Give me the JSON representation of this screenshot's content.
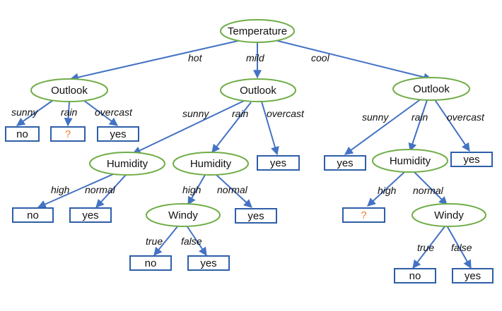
{
  "root": {
    "label": "Temperature"
  },
  "temp_edges": {
    "hot": "hot",
    "mild": "mild",
    "cool": "cool"
  },
  "hot": {
    "node": "Outlook",
    "edges": {
      "sunny": "sunny",
      "rain": "rain",
      "overcast": "overcast"
    },
    "leaves": {
      "sunny": "no",
      "rain": "?",
      "overcast": "yes"
    }
  },
  "mild": {
    "node": "Outlook",
    "edges": {
      "sunny": "sunny",
      "rain": "rain",
      "overcast": "overcast"
    },
    "overcast_leaf": "yes",
    "sunny_humidity": {
      "node": "Humidity",
      "edges": {
        "high": "high",
        "normal": "normal"
      },
      "leaves": {
        "high": "no",
        "normal": "yes"
      }
    },
    "rain_humidity": {
      "node": "Humidity",
      "edges": {
        "high": "high",
        "normal": "normal"
      },
      "normal_leaf": "yes",
      "windy": {
        "node": "Windy",
        "edges": {
          "true": "true",
          "false": "false"
        },
        "leaves": {
          "true": "no",
          "false": "yes"
        }
      }
    }
  },
  "cool": {
    "node": "Outlook",
    "edges": {
      "sunny": "sunny",
      "rain": "rain",
      "overcast": "overcast"
    },
    "leaves": {
      "sunny": "yes",
      "overcast": "yes"
    },
    "rain_humidity": {
      "node": "Humidity",
      "edges": {
        "high": "high",
        "normal": "normal"
      },
      "high_leaf": "?",
      "windy": {
        "node": "Windy",
        "edges": {
          "true": "true",
          "false": "false"
        },
        "leaves": {
          "true": "no",
          "false": "yes"
        }
      }
    }
  },
  "colors": {
    "edge": "#4472C4",
    "node_border": "#70AD47",
    "leaf_border": "#2E5FA8",
    "unknown_text": "#ED7D31"
  }
}
